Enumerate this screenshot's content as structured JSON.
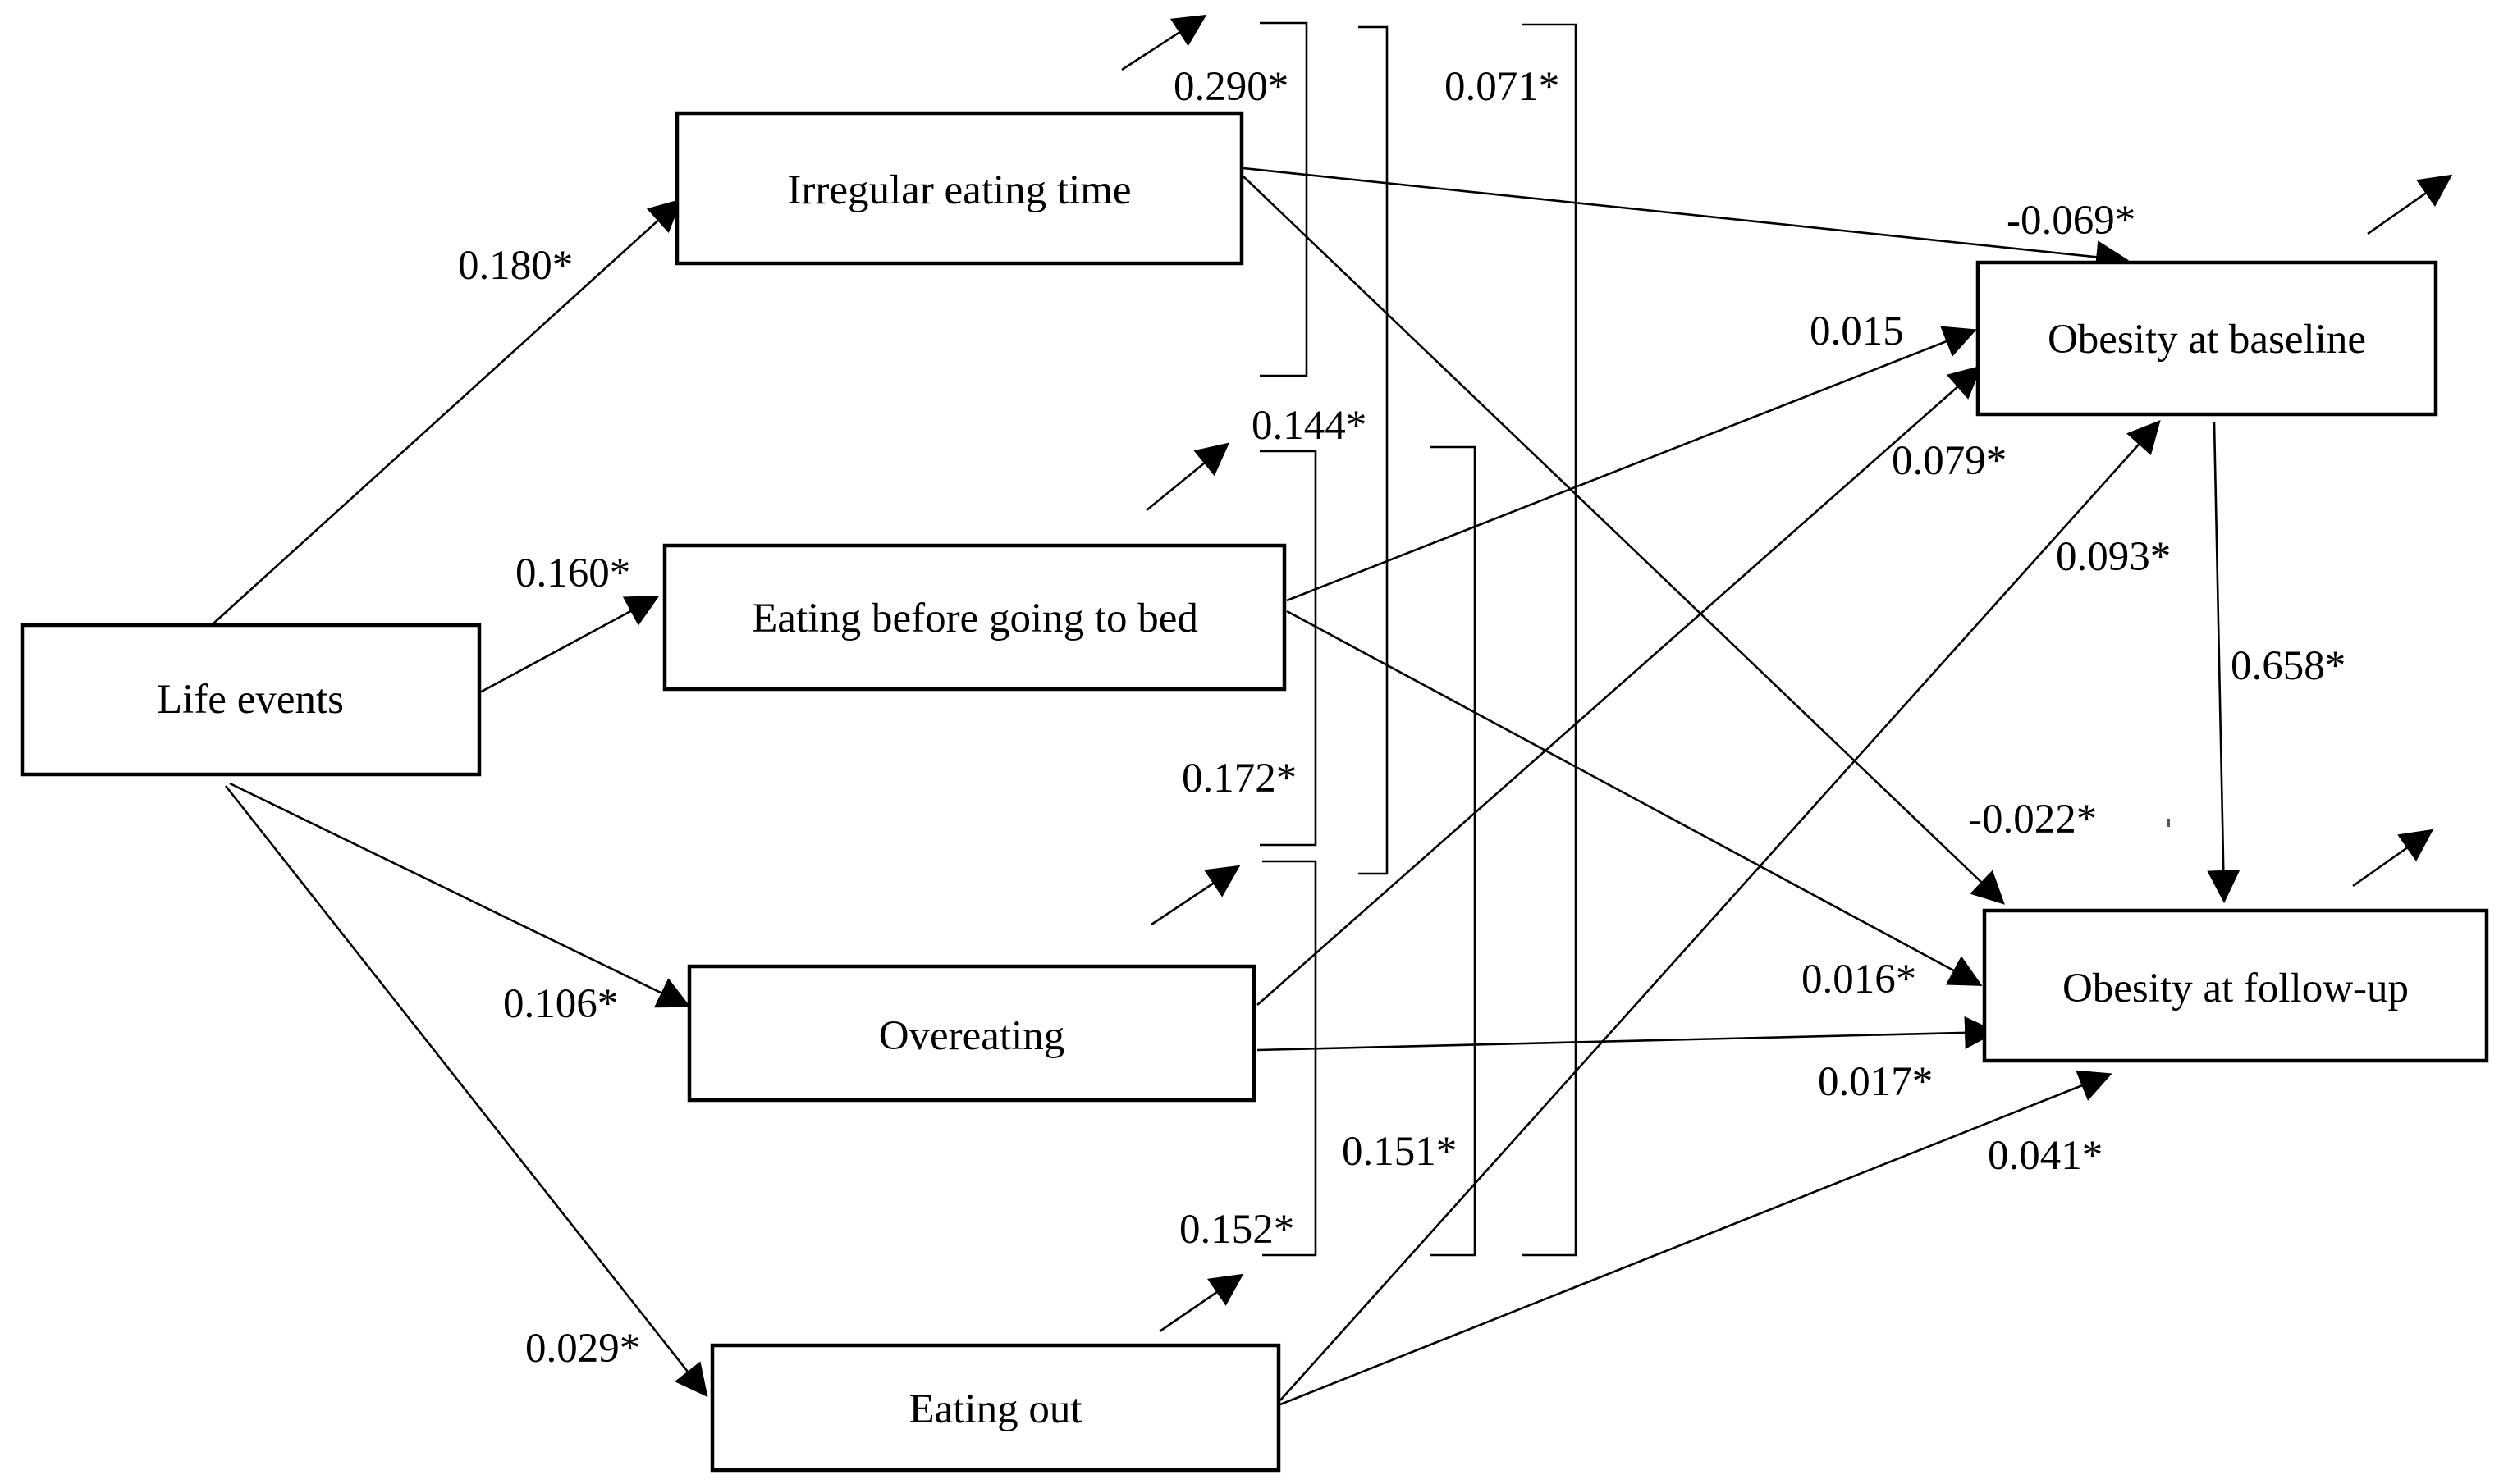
{
  "nodes": {
    "life_events": "Life events",
    "irregular_eating_time": "Irregular eating time",
    "eating_before_bed": "Eating before going to bed",
    "overeating": "Overeating",
    "eating_out": "Eating out",
    "obesity_baseline": "Obesity at baseline",
    "obesity_followup": "Obesity at follow-up"
  },
  "paths": {
    "life_to_irregular": "0.180*",
    "life_to_before_bed": "0.160*",
    "life_to_overeating": "0.106*",
    "life_to_eating_out": "0.029*",
    "irregular_to_baseline": "-0.069*",
    "irregular_to_followup": "-0.022*",
    "before_bed_to_baseline": "0.015",
    "before_bed_to_followup": "0.016*",
    "overeating_to_baseline": "0.079*",
    "overeating_to_followup": "0.017*",
    "eating_out_to_baseline": "0.093*",
    "eating_out_to_followup": "0.041*",
    "baseline_to_followup": "0.658*"
  },
  "correlations": {
    "irregular_before_bed": "0.290*",
    "irregular_overeating": "0.144*",
    "irregular_eating_out": "0.071*",
    "before_bed_overeating": "0.172*",
    "before_bed_eating_out": "0.151*",
    "overeating_eating_out": "0.152*"
  }
}
